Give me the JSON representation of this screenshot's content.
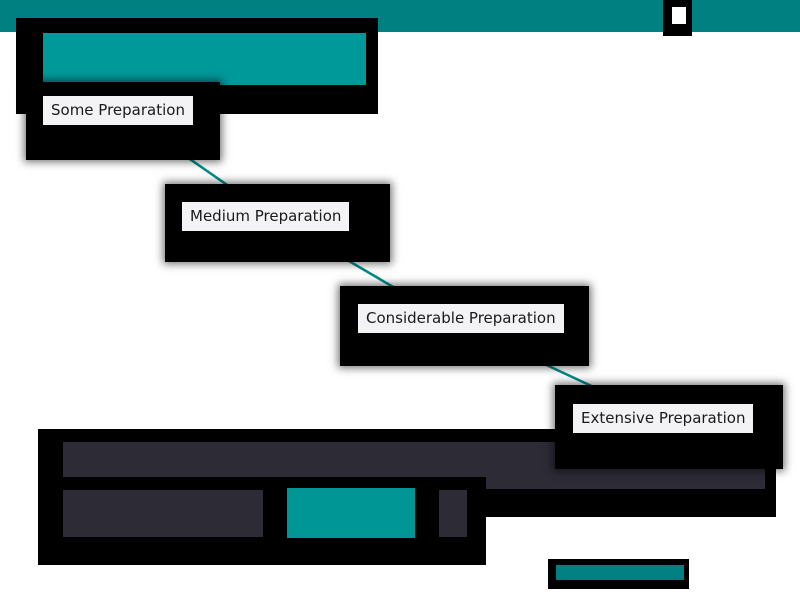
{
  "colors": {
    "accent": "#008b8b",
    "bar_teal": "#009696",
    "dark_panel": "#2c2b36",
    "label_bg": "#f3f3f6",
    "frame": "#000000"
  },
  "steps": [
    {
      "label": "Some Preparation"
    },
    {
      "label": "Medium Preparation"
    },
    {
      "label": "Considerable Preparation"
    },
    {
      "label": "Extensive Preparation"
    }
  ]
}
